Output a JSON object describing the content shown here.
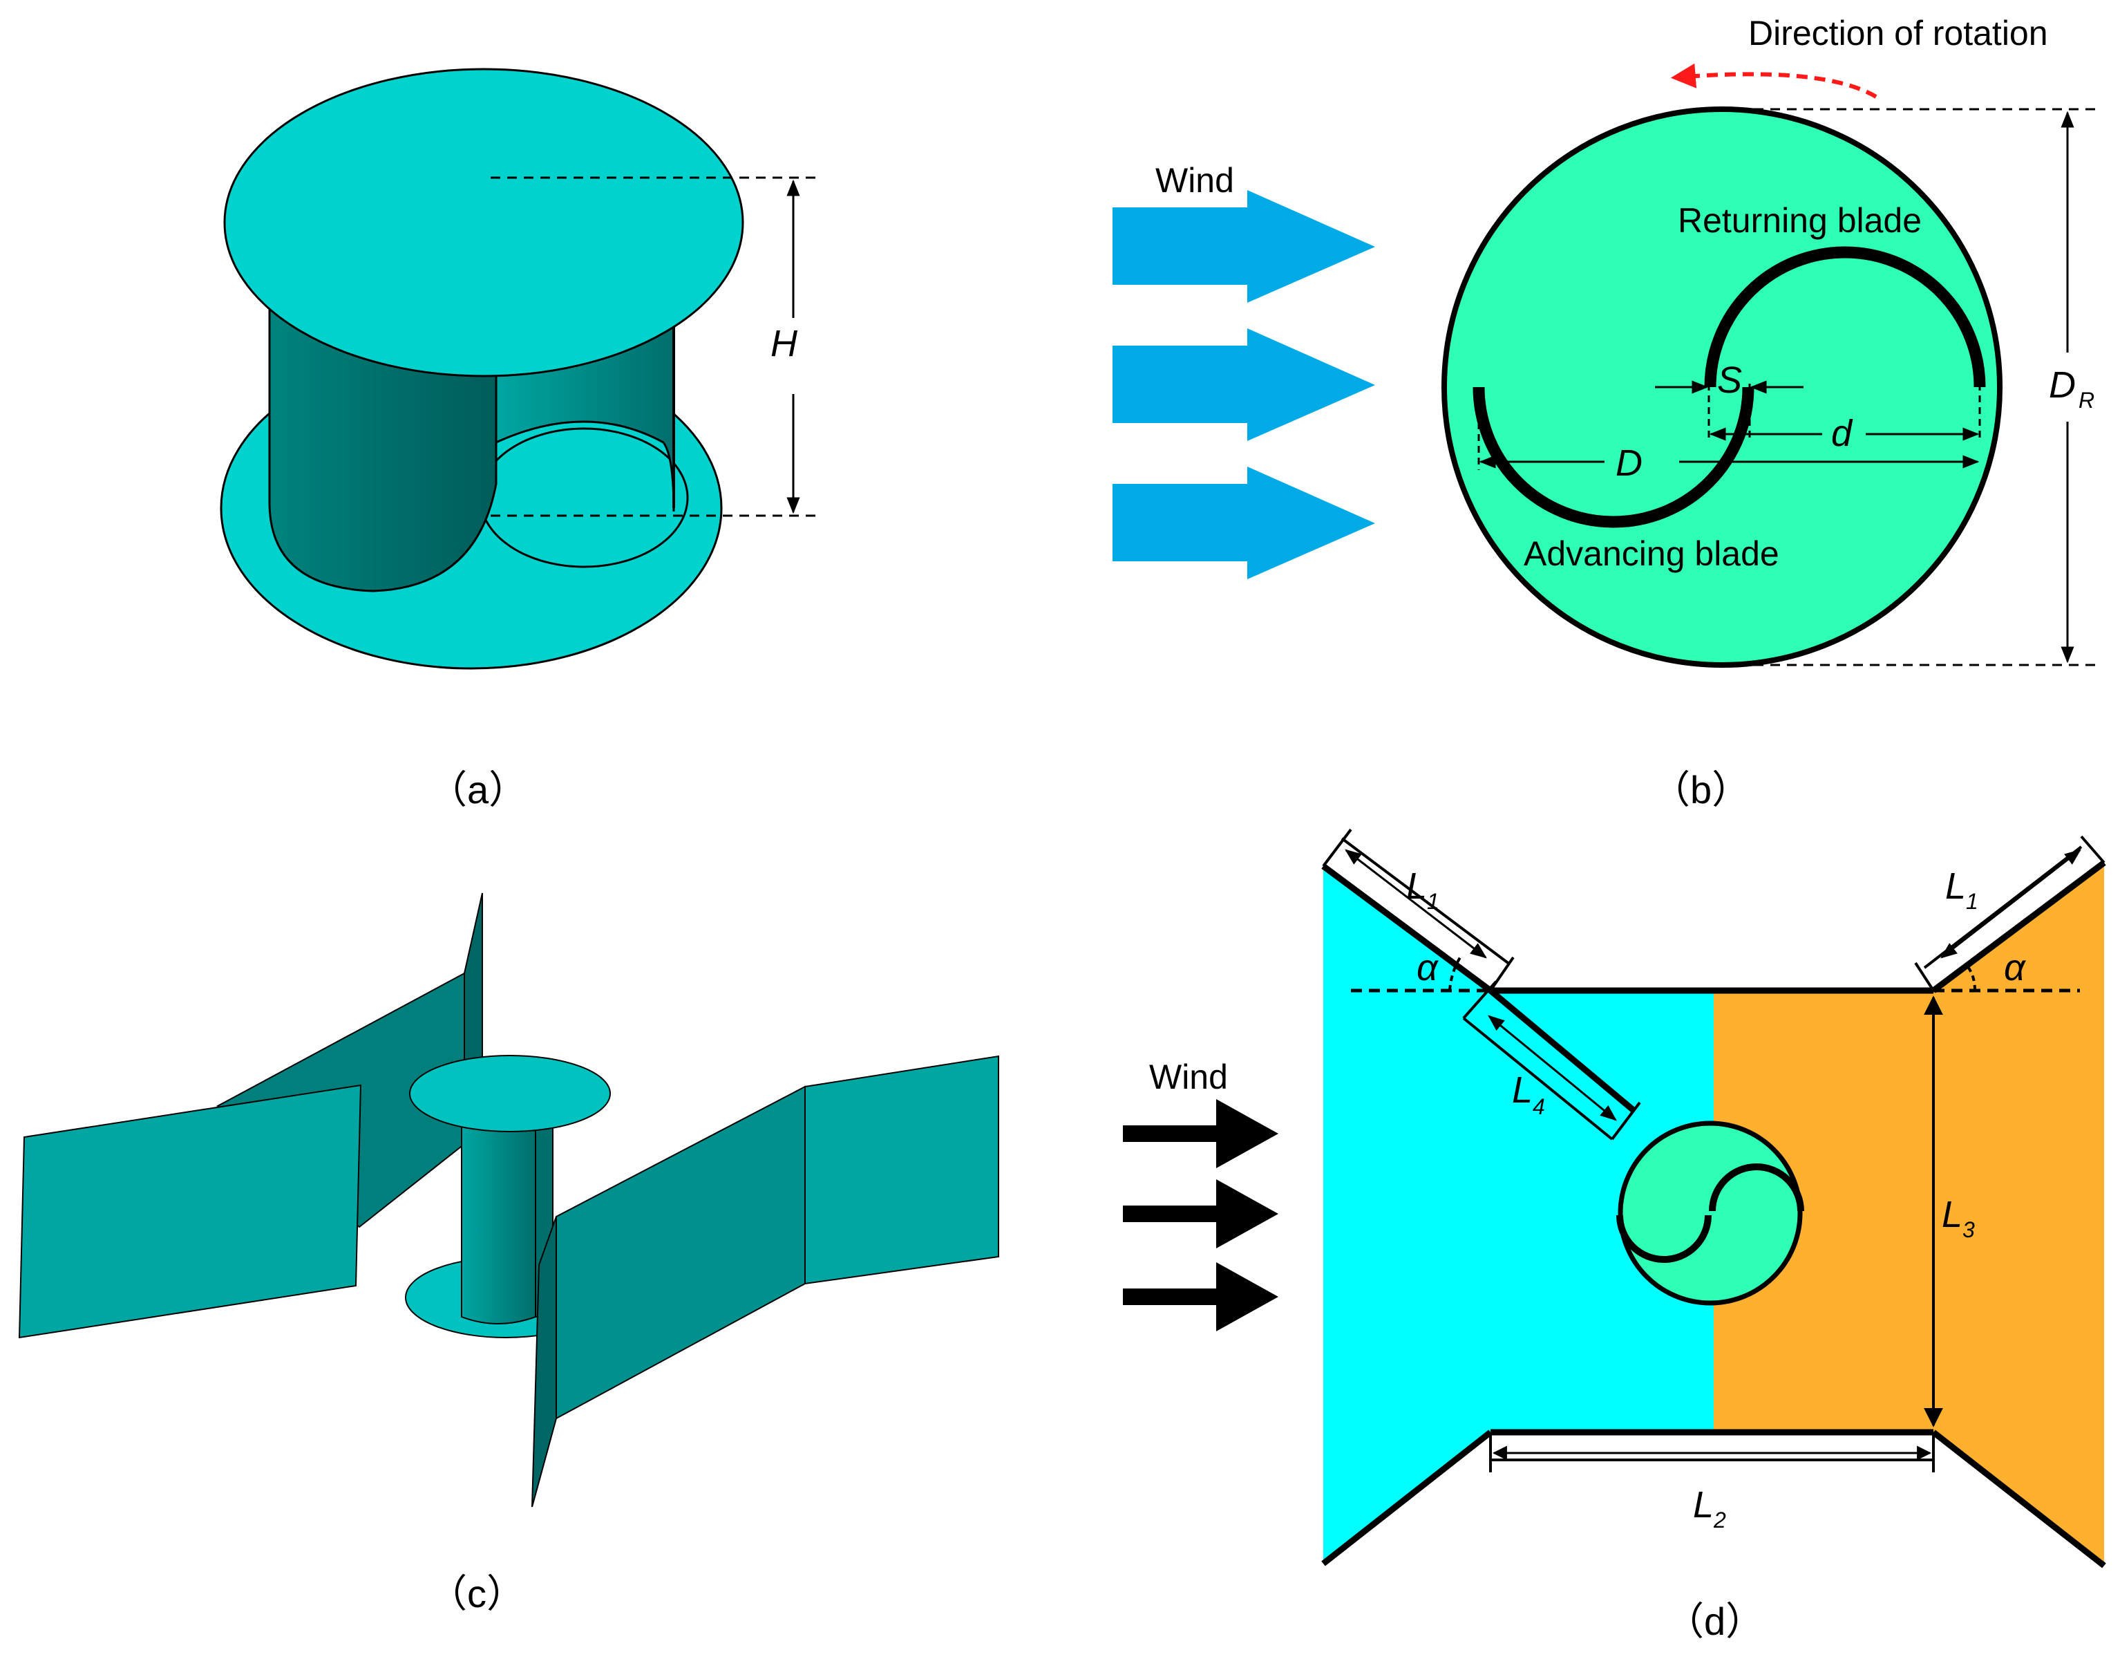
{
  "panels": {
    "a": {
      "caption": "（a）",
      "height_symbol": "H"
    },
    "b": {
      "caption": "（b）",
      "wind_label": "Wind",
      "rotation_label": "Direction of rotation",
      "returning_blade_label": "Returning blade",
      "advancing_blade_label": "Advancing blade",
      "overlap_symbol": "S",
      "blade_diameter_symbol": "d",
      "rotor_diameter_symbol": "D",
      "endplate_symbol": "D",
      "endplate_subscript": "R"
    },
    "c": {
      "caption": "（c）"
    },
    "d": {
      "caption": "（d）",
      "wind_label": "Wind",
      "L1_top_left": "L",
      "L1_top_left_sub": "1",
      "L1_top_right": "L",
      "L1_top_right_sub": "1",
      "L4": "L",
      "L4_sub": "4",
      "L3": "L",
      "L3_sub": "3",
      "L2": "L",
      "L2_sub": "2",
      "alpha_left": "α",
      "alpha_right": "α"
    }
  },
  "colors": {
    "turbine_surface": "#00d2cd",
    "turbine_dark": "#007873",
    "rotor_disc": "#2effb4",
    "wind_arrow": "#00aae6",
    "rotation_arrow": "#ff1a1a",
    "deflector_left_zone": "#00ffff",
    "deflector_right_zone": "#ffb02e",
    "deflector_plates": "#00a3a0"
  }
}
